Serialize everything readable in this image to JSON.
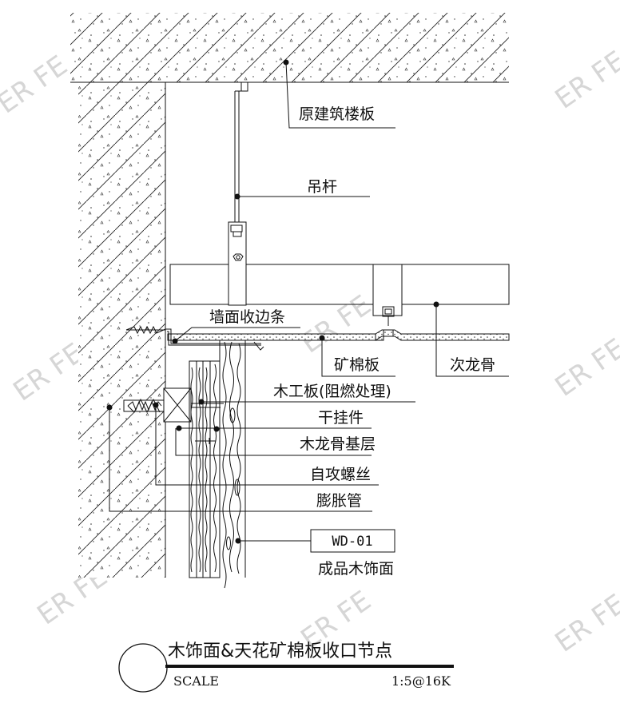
{
  "labels": {
    "floor_slab": "原建筑楼板",
    "hanger_rod": "吊杆",
    "wall_trim": "墙面收边条",
    "mineral_board": "矿棉板",
    "secondary_keel": "次龙骨",
    "wood_board": "木工板(阻燃处理)",
    "dry_hanger": "干挂件",
    "wood_keel_base": "木龙骨基层",
    "self_tapping_screw": "自攻螺丝",
    "expansion_tube": "膨胀管",
    "code_box": "WD-01",
    "finished_wood": "成品木饰面"
  },
  "title_block": {
    "title": "木饰面&天花矿棉板收口节点",
    "scale_label": "SCALE",
    "scale_value": "1:5@16K"
  },
  "watermark": "ER FE",
  "colors": {
    "line": "#111111",
    "paper": "#ffffff",
    "watermark": "#d6d6d6"
  }
}
